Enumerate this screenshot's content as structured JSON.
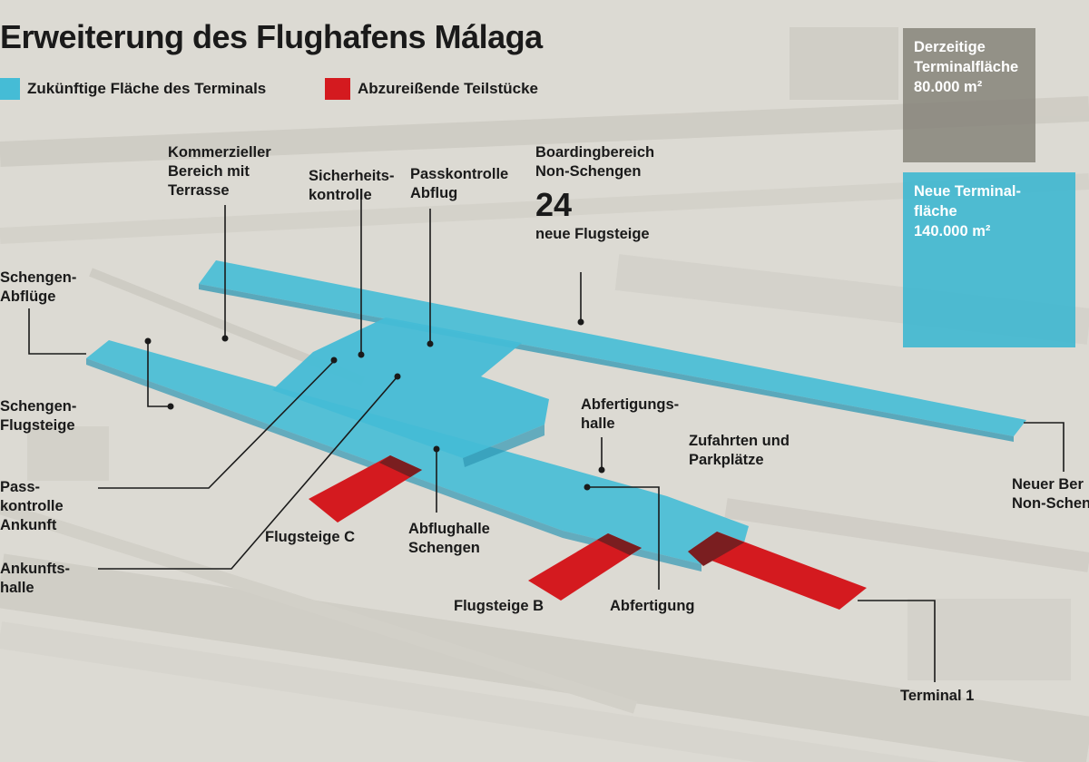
{
  "title": "Erweiterung des Flughafens Málaga",
  "colors": {
    "terminal": "#45bcd6",
    "terminal_dark": "#2f97b3",
    "demolish": "#d41a1f",
    "demolish_dark": "#9b1015",
    "box_current": "#827f76",
    "box_new": "#3ab6d0"
  },
  "legend": {
    "terminal_label": "Zukünftige Fläche des Terminals",
    "demolish_label": "Abzureißende Teilstücke"
  },
  "box_current": {
    "line1": "Derzeitige",
    "line2": "Terminalfläche",
    "value": "80.000 m²"
  },
  "box_new": {
    "line1": "Neue Terminal-",
    "line2": "fläche",
    "value": "140.000 m²"
  },
  "labels": {
    "kommerziell": [
      "Kommerzieller",
      "Bereich mit",
      "Terrasse"
    ],
    "sicherheit": [
      "Sicherheits-",
      "kontrolle"
    ],
    "passkontrolle_abflug": [
      "Passkontrolle",
      "Abflug"
    ],
    "boarding": [
      "Boardingbereich",
      "Non-Schengen"
    ],
    "boarding_count": "24",
    "boarding_gates": "neue Flugsteige",
    "schengen_abfluege": [
      "Schengen-",
      "Abflüge"
    ],
    "schengen_flugsteige": [
      "Schengen-",
      "Flugsteige"
    ],
    "passkontrolle_ankunft": [
      "Pass-",
      "kontrolle",
      "Ankunft"
    ],
    "ankunftshalle": [
      "Ankunfts-",
      "halle"
    ],
    "flugsteige_c": "Flugsteige C",
    "abflughalle_schengen": [
      "Abflughalle",
      "Schengen"
    ],
    "flugsteige_b": "Flugsteige B",
    "abfertigung": "Abfertigung",
    "abfertigungshalle": [
      "Abfertigungs-",
      "halle"
    ],
    "zufahrten": [
      "Zufahrten und",
      "Parkplätze"
    ],
    "neuer_bereich": [
      "Neuer Ber",
      "Non-Schen"
    ],
    "terminal1": "Terminal 1"
  }
}
